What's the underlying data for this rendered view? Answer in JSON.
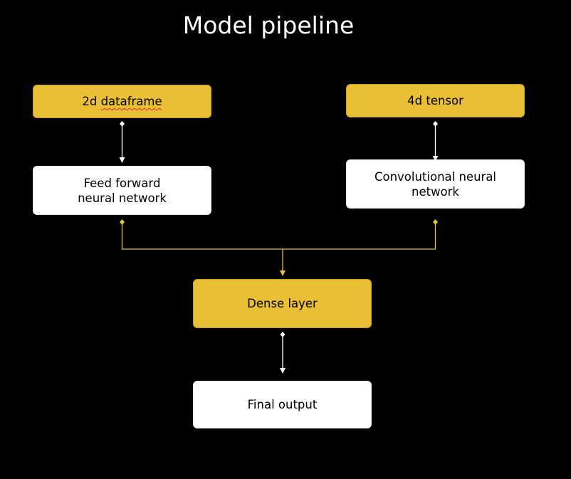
{
  "title": "Model pipeline",
  "nodes": {
    "input_dataframe": {
      "prefix": "2d ",
      "word": "dataframe"
    },
    "input_tensor": {
      "label": "4d tensor"
    },
    "feed_forward": {
      "label": "Feed forward\nneural network"
    },
    "cnn": {
      "label": "Convolutional neural\nnetwork"
    },
    "dense": {
      "label": "Dense layer"
    },
    "output": {
      "label": "Final output"
    }
  },
  "colors": {
    "background": "#000000",
    "accent_yellow": "#e9bf36",
    "node_white": "#ffffff",
    "connector_white": "#ffffff",
    "connector_yellow": "#e9bf36",
    "spellcheck_underline": "#e03030"
  },
  "edges": [
    {
      "from": "input_dataframe",
      "to": "feed_forward",
      "color": "white"
    },
    {
      "from": "input_tensor",
      "to": "cnn",
      "color": "white"
    },
    {
      "from": "feed_forward",
      "to": "dense",
      "color": "yellow"
    },
    {
      "from": "cnn",
      "to": "dense",
      "color": "yellow"
    },
    {
      "from": "dense",
      "to": "output",
      "color": "white"
    }
  ]
}
